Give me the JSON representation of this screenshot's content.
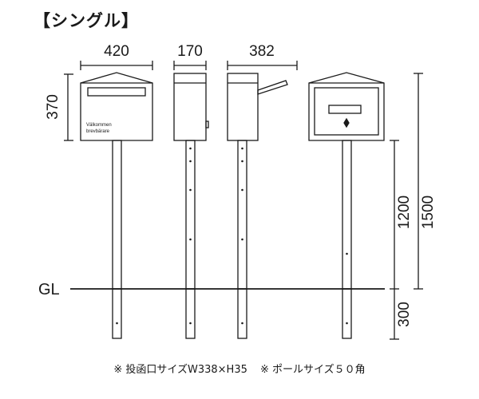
{
  "title": "【シングル】",
  "dimensions": {
    "front_width": "420",
    "side_width": "170",
    "side_open_width": "382",
    "box_height": "370",
    "height_above_box": "1200",
    "total_height": "1500",
    "underground": "300"
  },
  "ground_label": "GL",
  "product_label_line1": "Välkommen",
  "product_label_line2": "brevbärare",
  "notes": [
    "※ 投函口サイズW338×H35",
    "※ ポールサイズ５０角"
  ],
  "colors": {
    "line": "#1a1a1a",
    "background": "#ffffff"
  }
}
